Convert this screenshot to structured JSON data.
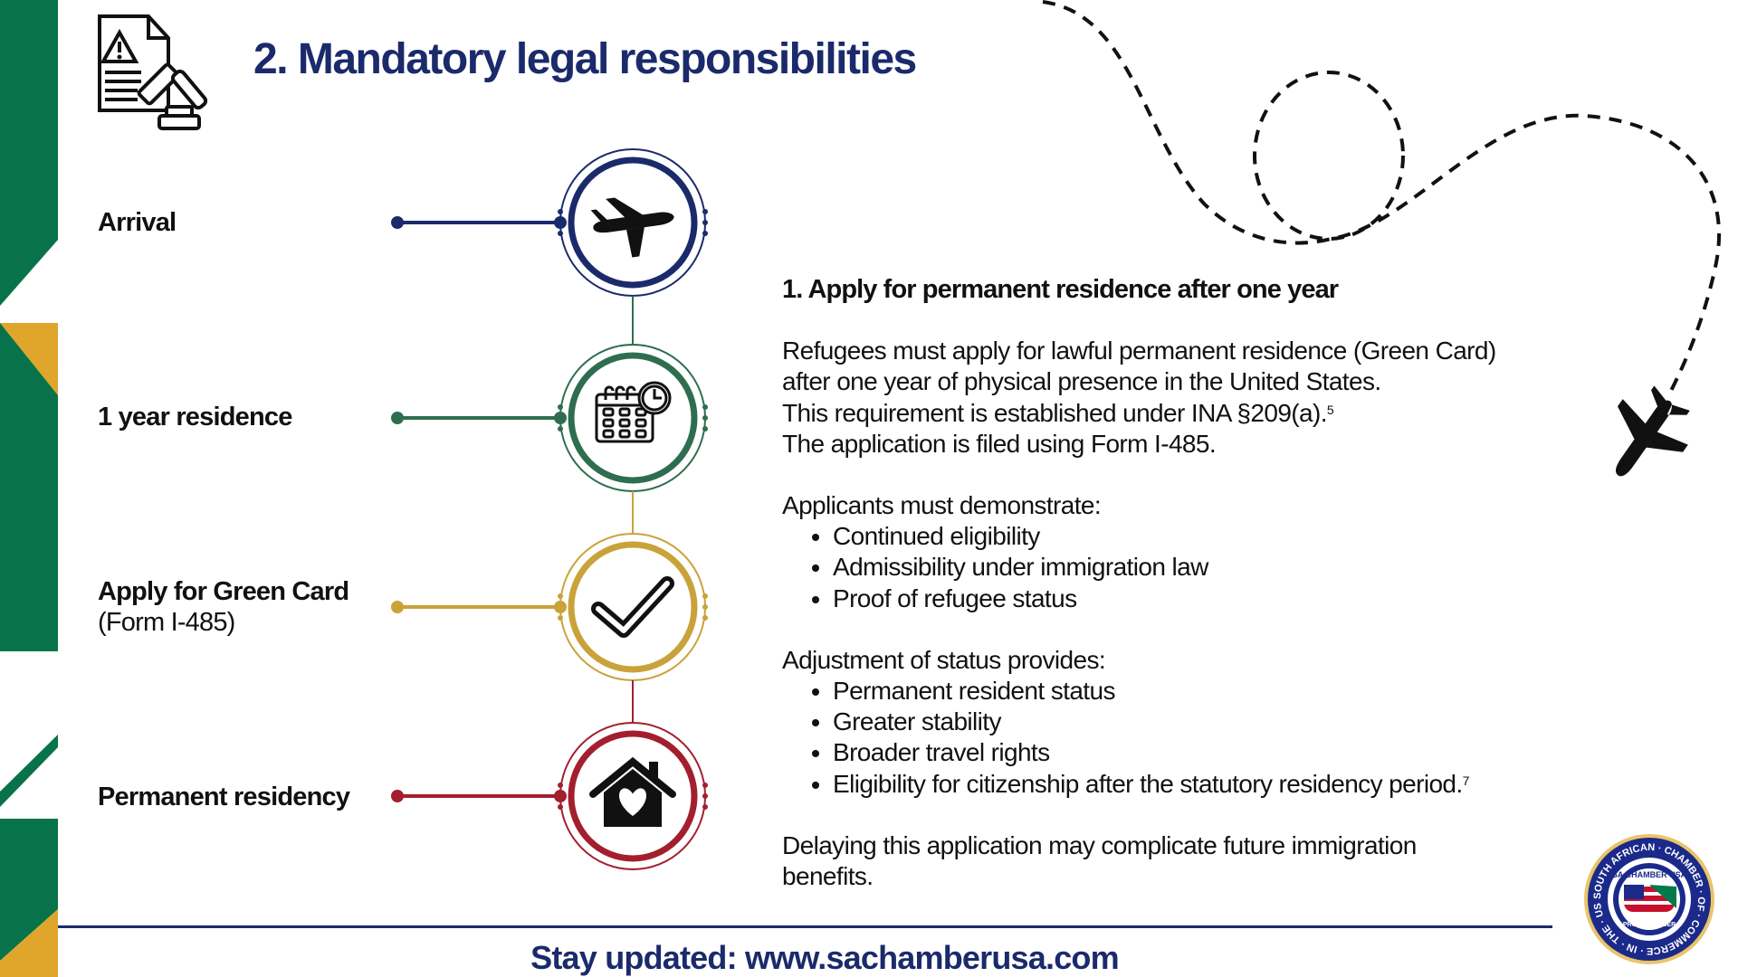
{
  "header": {
    "title": "2. Mandatory legal responsibilities",
    "icon": "legal-document-gavel-icon"
  },
  "timeline": [
    {
      "label": "Arrival",
      "sub": "",
      "color": "#1b2a6b",
      "icon": "airplane-icon"
    },
    {
      "label": "1 year residence",
      "sub": "",
      "color": "#2e6e4e",
      "icon": "calendar-clock-icon"
    },
    {
      "label": "Apply for Green Card",
      "sub": "(Form I-485)",
      "color": "#c9a23a",
      "icon": "checkmark-icon"
    },
    {
      "label": "Permanent residency",
      "sub": "",
      "color": "#a31f2e",
      "icon": "house-heart-icon"
    }
  ],
  "content": {
    "heading": "1. Apply for permanent residence after one year",
    "intro": [
      "Refugees must apply for lawful permanent residence (Green Card)",
      "after one year of physical presence in the United States.",
      "This requirement is established under INA §209(a).",
      "The application is filed using Form I-485."
    ],
    "intro_footnote": "5",
    "demonstrate_title": "Applicants must demonstrate:",
    "demonstrate": [
      "Continued eligibility",
      "Admissibility under immigration law",
      "Proof of refugee status"
    ],
    "provides_title": "Adjustment of status provides:",
    "provides": [
      "Permanent resident status",
      "Greater stability",
      "Broader travel rights",
      "Eligibility for citizenship after the statutory residency period."
    ],
    "provides_footnote": "7",
    "closing": "Delaying this application may complicate future immigration benefits."
  },
  "footer": {
    "text": "Stay updated: www.sachamberusa.com"
  },
  "logo": {
    "text": "SOUTH AFRICAN · CHAMBER · OF · COMMERCE · IN · THE · USA",
    "inner": "SA CHAMBER USA",
    "badge": "PROUD MEMBER"
  },
  "colors": {
    "navy": "#1b2a6b",
    "green": "#08734a",
    "gold": "#e0a52b"
  }
}
